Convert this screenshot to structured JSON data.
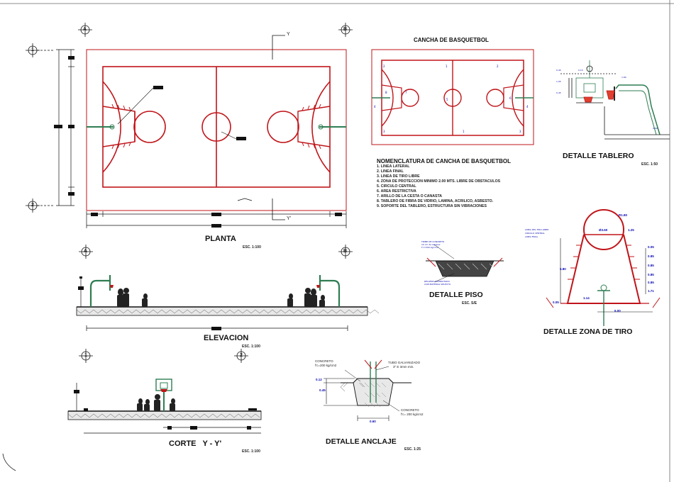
{
  "titles": {
    "planta": "PLANTA",
    "elevacion": "ELEVACION",
    "corte": "CORTE   Y - Y'",
    "cancha": "CANCHA DE BASQUETBOL",
    "tablero": "DETALLE TABLERO",
    "piso": "DETALLE PISO",
    "zona_tiro": "DETALLE ZONA DE TIRO",
    "anclaje": "DETALLE ANCLAJE"
  },
  "scales": {
    "planta": "ESC. 1:100",
    "elevacion": "ESC. 1:100",
    "corte": "ESC. 1:100",
    "tablero": "ESC. 1:50",
    "piso": "ESC. S/E",
    "anclaje": "ESC. 1:25"
  },
  "axes": {
    "a": "A",
    "b": "B",
    "one": "1",
    "two": "2",
    "y": "Y",
    "y_prime": "Y'"
  },
  "nomenclatura": {
    "title": "NOMENCLATURA DE CANCHA DE BASQUETBOL",
    "items": [
      "1. LINEA LATERAL",
      "2. LINEA FINAL",
      "3. LINEA DE TIRO LIBRE",
      "4. ZONA DE PROTECCION MINIMO 2.00 MTS. LIBRE DE OBSTACULOS",
      "5. CIRCULO CENTRAL",
      "6. AREA RESTRICTIVA",
      "7. ARILLO DE LA CESTA O CANASTA",
      "8. TABLERO DE FIBRA DE VIDRIO, LAMINA, ACRILICO, ASBESTO.",
      "9. SOPORTE DEL TABLERO, ESTRUCTURA SIN VIBRACIONES"
    ]
  },
  "anclaje": {
    "concreto_top": "CONCRETO",
    "concreto_top_spec": "f'c=200 kg/cm2",
    "tubo": "TUBO GALVANIZADO",
    "tubo_spec": "3\" E 3mm min.",
    "concreto_bottom": "CONCRETO",
    "concreto_bottom_spec": "f'c= 200 kg/cm2",
    "dim_012": "0.12",
    "dim_045": "0.45",
    "dim_060": "0.60"
  },
  "zona_tiro": {
    "r180": "R1.80",
    "d360": "Ø3.60",
    "d125": "1.25",
    "d580": "5.80",
    "d005": "0.05",
    "d600": "6.00",
    "d114": "1.14",
    "d171": "1.71",
    "ticks": [
      "0.05",
      "0.85",
      "0.85",
      "0.85",
      "0.85"
    ]
  },
  "colors": {
    "court_line": "#c0151a",
    "drawing_line": "#111111",
    "dimension_text": "#0a0ab4",
    "detail_green": "#2e7d52"
  }
}
